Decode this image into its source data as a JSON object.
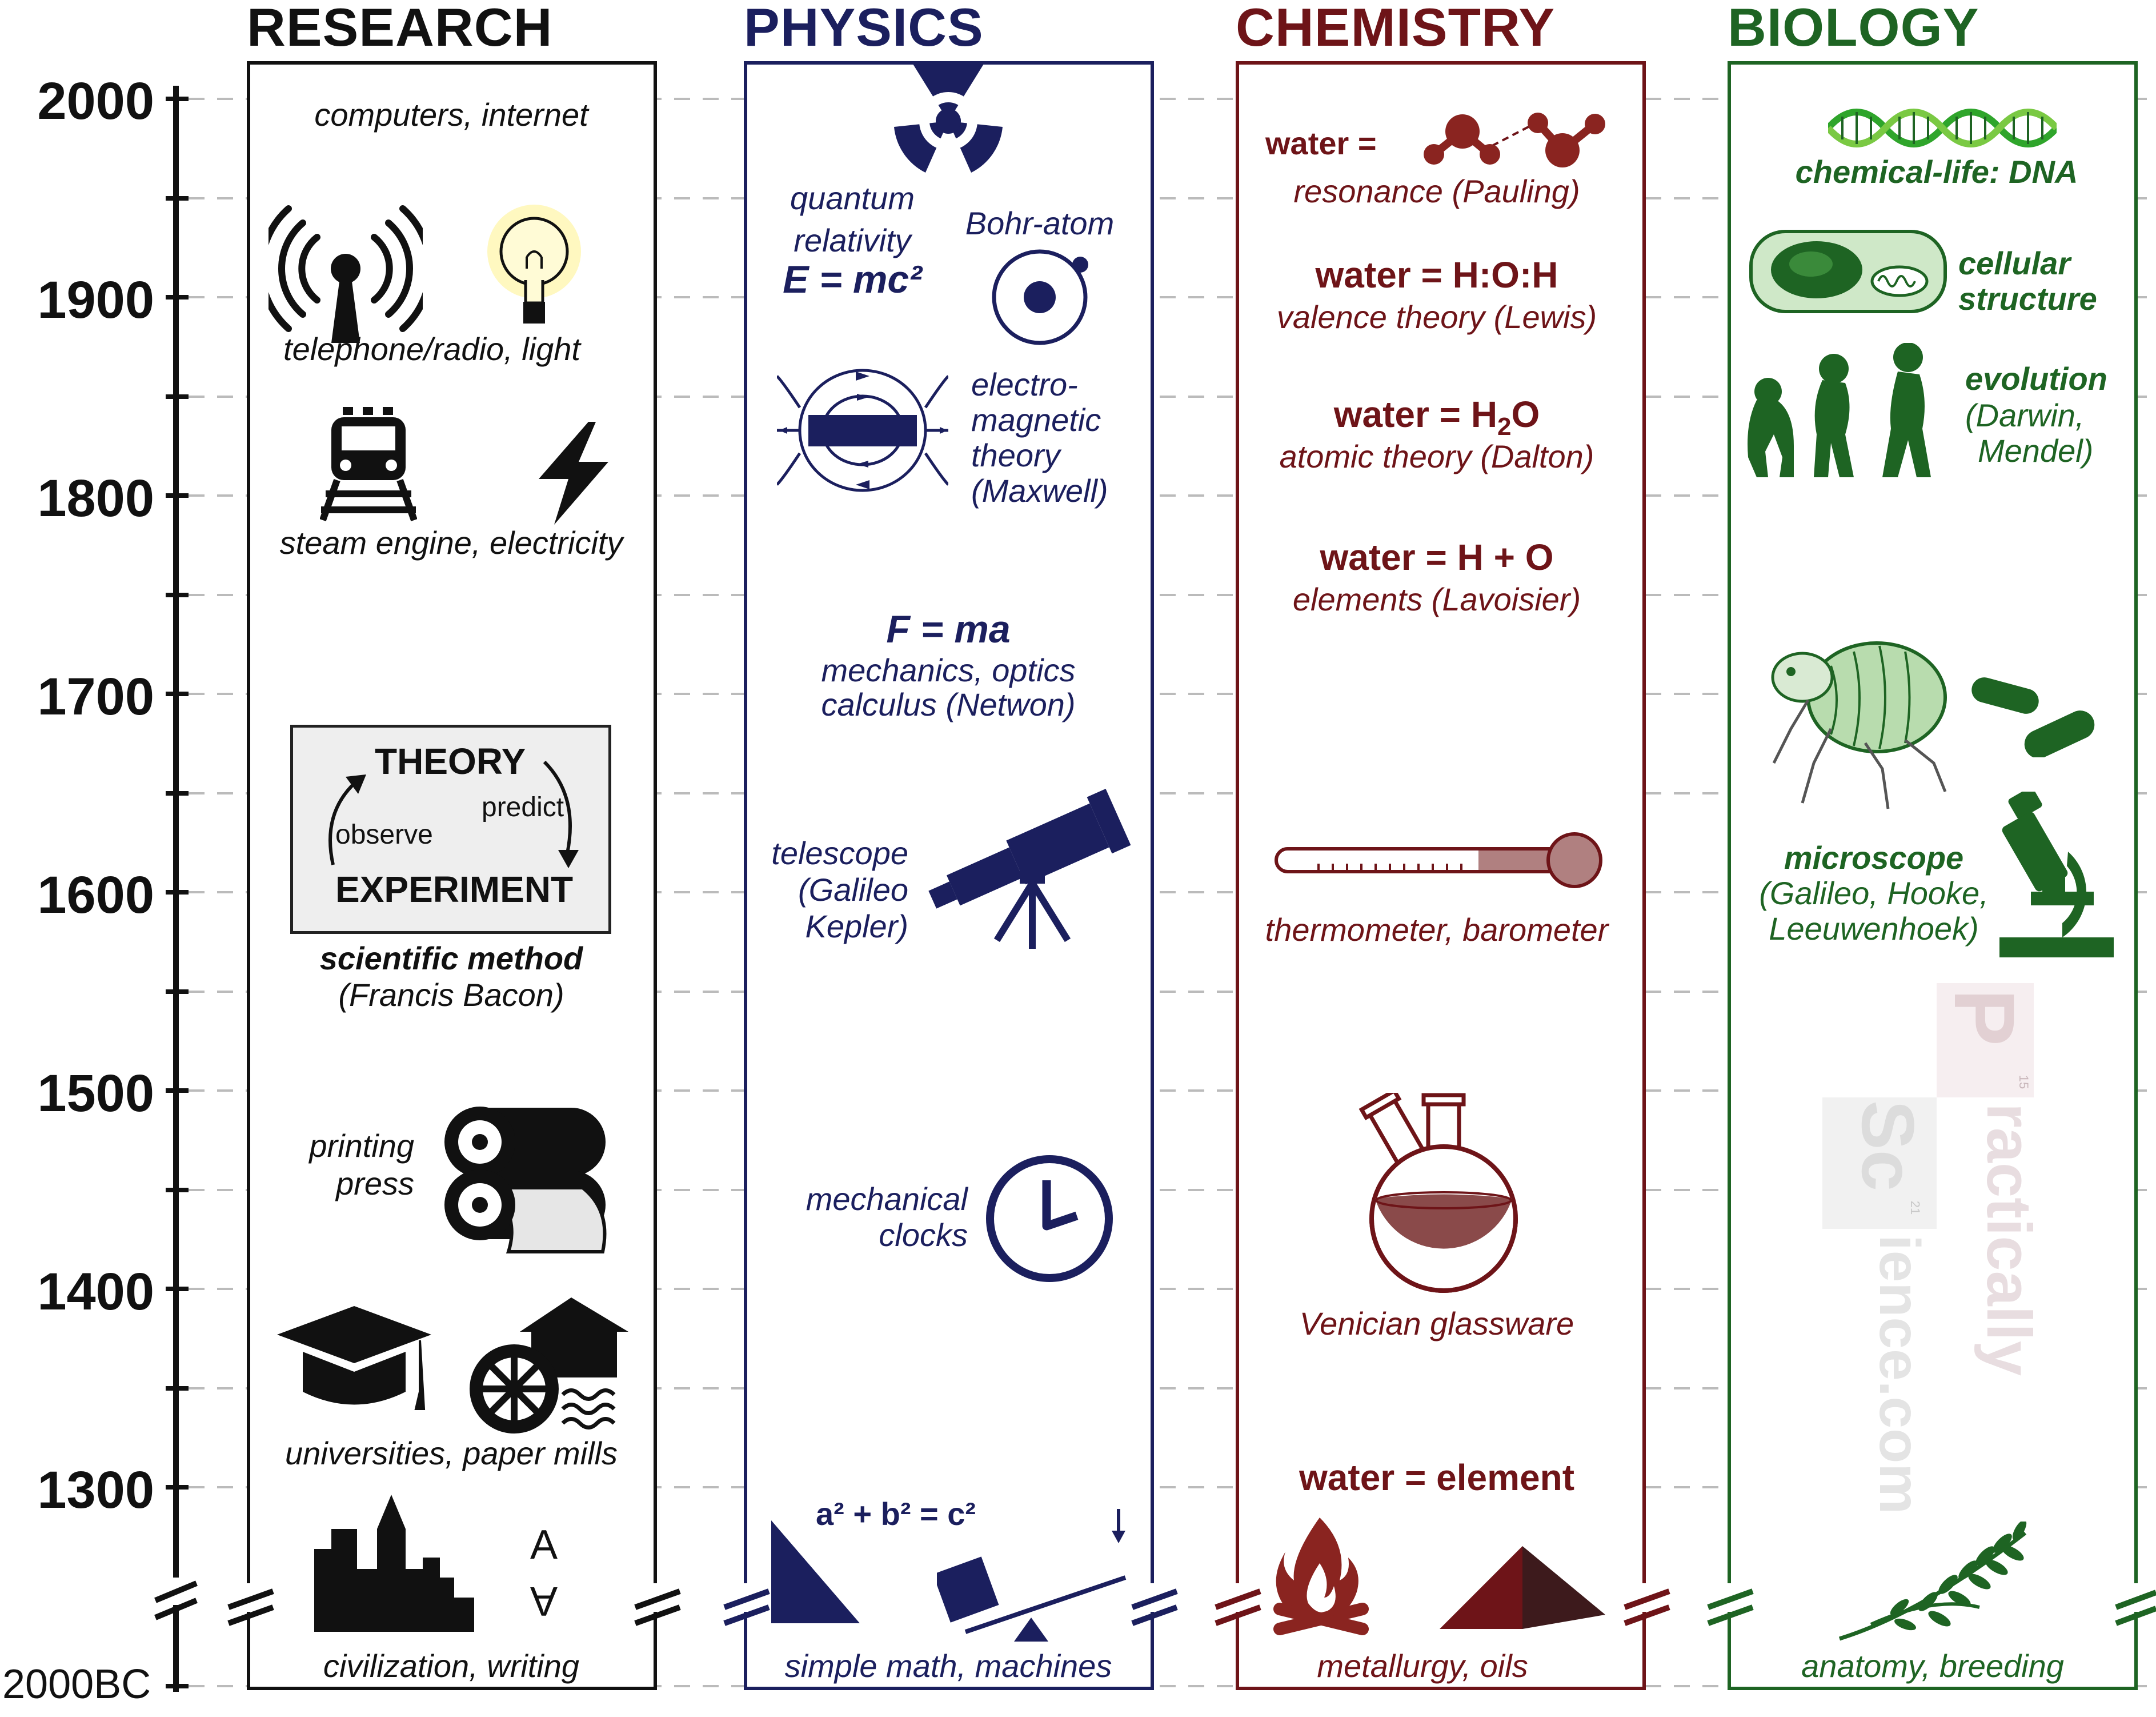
{
  "columns": {
    "research": {
      "title": "RESEARCH",
      "color": "#111111"
    },
    "physics": {
      "title": "PHYSICS",
      "color": "#1b1f5e"
    },
    "chemistry": {
      "title": "CHEMISTRY",
      "color": "#6e1418"
    },
    "biology": {
      "title": "BIOLOGY",
      "color": "#1e6423"
    }
  },
  "timeline": {
    "years": [
      "2000",
      "1900",
      "1800",
      "1700",
      "1600",
      "1500",
      "1400",
      "1300"
    ],
    "base": "2000BC"
  },
  "research": {
    "computers": "computers, internet",
    "telephone": "telephone/radio, light",
    "steam": "steam engine, electricity",
    "method_theory": "THEORY",
    "method_predict": "predict",
    "method_observe": "observe",
    "method_experiment": "EXPERIMENT",
    "method_title": "scientific method",
    "method_author": "(Francis Bacon)",
    "printing_1": "printing",
    "printing_2": "press",
    "universities": "universities, paper mills",
    "civilization": "civilization, writing",
    "writing_glyph_1": "A",
    "writing_glyph_2": "A"
  },
  "physics": {
    "quantum_1": "quantum",
    "quantum_2": "relativity",
    "emc2": "E = mc²",
    "bohr": "Bohr-atom",
    "em_1": "electro-",
    "em_2": "magnetic",
    "em_3": "theory",
    "em_4": "(Maxwell)",
    "fma": "F = ma",
    "mechanics_1": "mechanics, optics",
    "mechanics_2": "calculus (Netwon)",
    "telescope_1": "telescope",
    "telescope_2": "(Galileo",
    "telescope_3": "Kepler)",
    "clocks_1": "mechanical",
    "clocks_2": "clocks",
    "pythagoras": "a² + b² = c²",
    "simple": "simple math, machines"
  },
  "chemistry": {
    "w1_head": "water =",
    "w1_sub": "resonance (Pauling)",
    "w2_head": "water = H:O:H",
    "w2_sub": "valence theory (Lewis)",
    "w3_head_a": "water = H",
    "w3_head_sub": "2",
    "w3_head_b": "O",
    "w3_sub": "atomic theory (Dalton)",
    "w4_head": "water = H + O",
    "w4_sub": "elements (Lavoisier)",
    "thermo": "thermometer, barometer",
    "glass": "Venician glassware",
    "w5_head": "water = element",
    "metal": "metallurgy, oils"
  },
  "biology": {
    "dna": "chemical-life: DNA",
    "cell_1": "cellular",
    "cell_2": "structure",
    "evo_1": "evolution",
    "evo_2": "(Darwin,",
    "evo_3": "Mendel)",
    "micro_1": "microscope",
    "micro_2": "(Galileo, Hooke,",
    "micro_3": "Leeuwenhoek)",
    "anatomy": "anatomy, breeding"
  },
  "watermark": {
    "p": "P",
    "p_num": "15",
    "ractically": "ractically",
    "sc": "Sc",
    "sc_num": "21",
    "ience": "ience.com"
  }
}
